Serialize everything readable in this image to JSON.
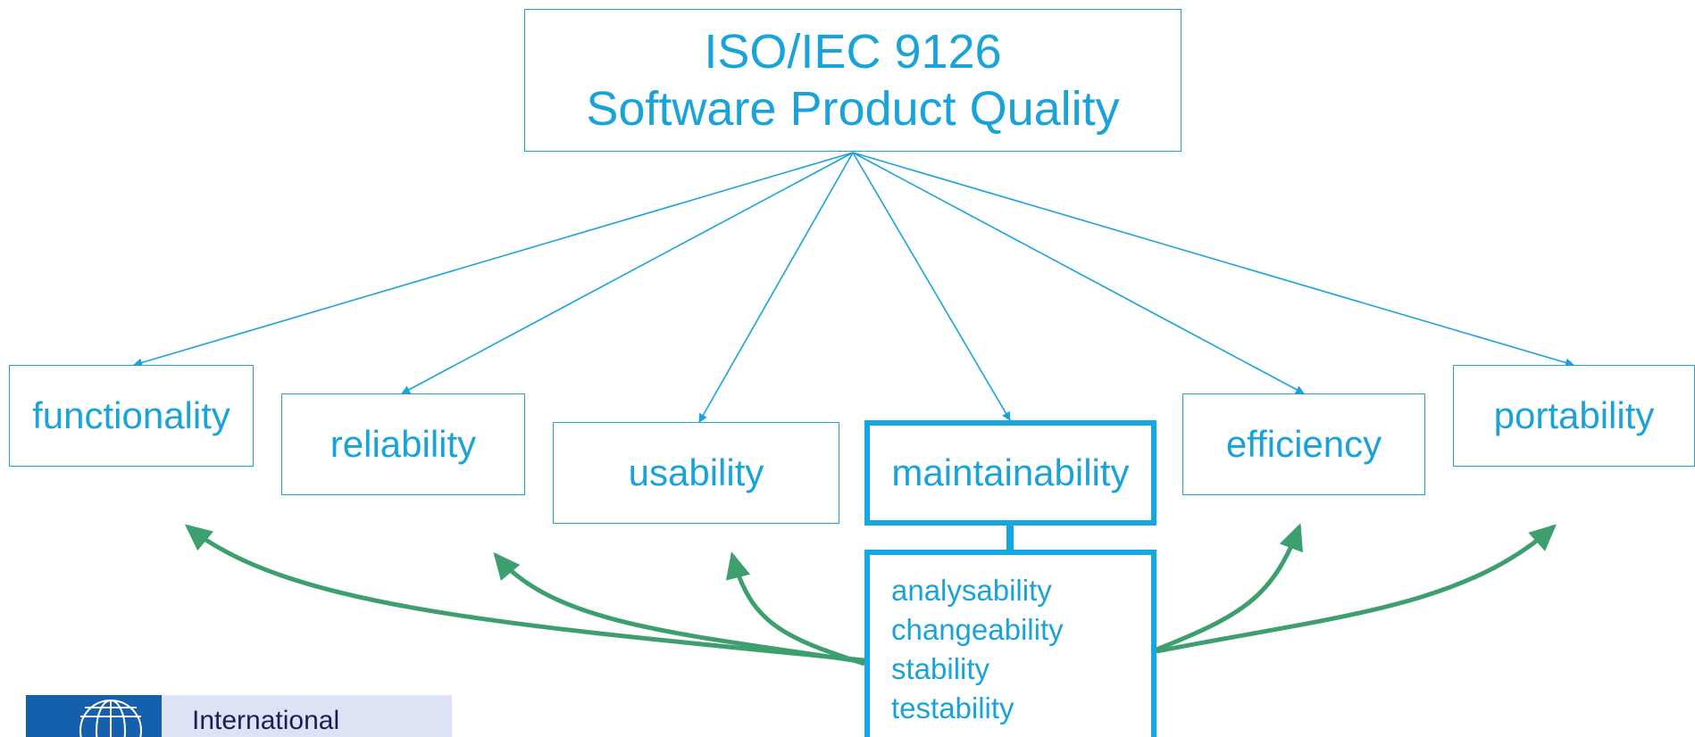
{
  "title": {
    "line1": "ISO/IEC 9126",
    "line2": "Software Product Quality"
  },
  "characteristics": [
    {
      "id": "functionality",
      "label": "functionality"
    },
    {
      "id": "reliability",
      "label": "reliability"
    },
    {
      "id": "usability",
      "label": "usability"
    },
    {
      "id": "maintainability",
      "label": "maintainability"
    },
    {
      "id": "efficiency",
      "label": "efficiency"
    },
    {
      "id": "portability",
      "label": "portability"
    }
  ],
  "subcharacteristics": [
    "analysability",
    "changeability",
    "stability",
    "testability"
  ],
  "logo": {
    "text": "International"
  },
  "colors": {
    "primary": "#1aa3d9",
    "arrow_green": "#3d9e6e",
    "logo_blue": "#1560ac",
    "logo_bg": "#dde3f4"
  }
}
